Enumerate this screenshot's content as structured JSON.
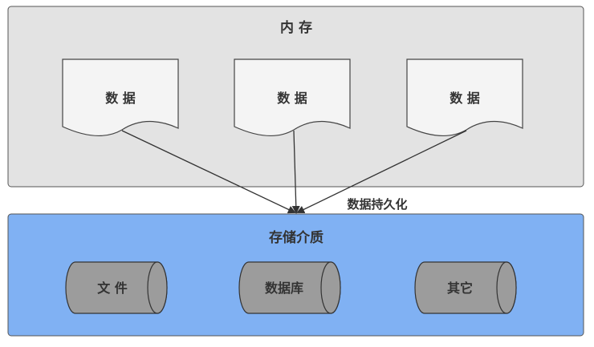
{
  "memory": {
    "title": "内 存",
    "documents": [
      {
        "label": "数 据"
      },
      {
        "label": "数 据"
      },
      {
        "label": "数 据"
      }
    ]
  },
  "process_label": "数据持久化",
  "storage": {
    "title": "存储介质",
    "items": [
      {
        "label": "文 件"
      },
      {
        "label": "数据库"
      },
      {
        "label": "其它"
      }
    ]
  },
  "colors": {
    "memory_fill": "#e3e3e3",
    "storage_fill": "#80b1f3",
    "cylinder_fill": "#9c9c9c",
    "document_fill": "#f4f4f4",
    "stroke": "#333333"
  }
}
